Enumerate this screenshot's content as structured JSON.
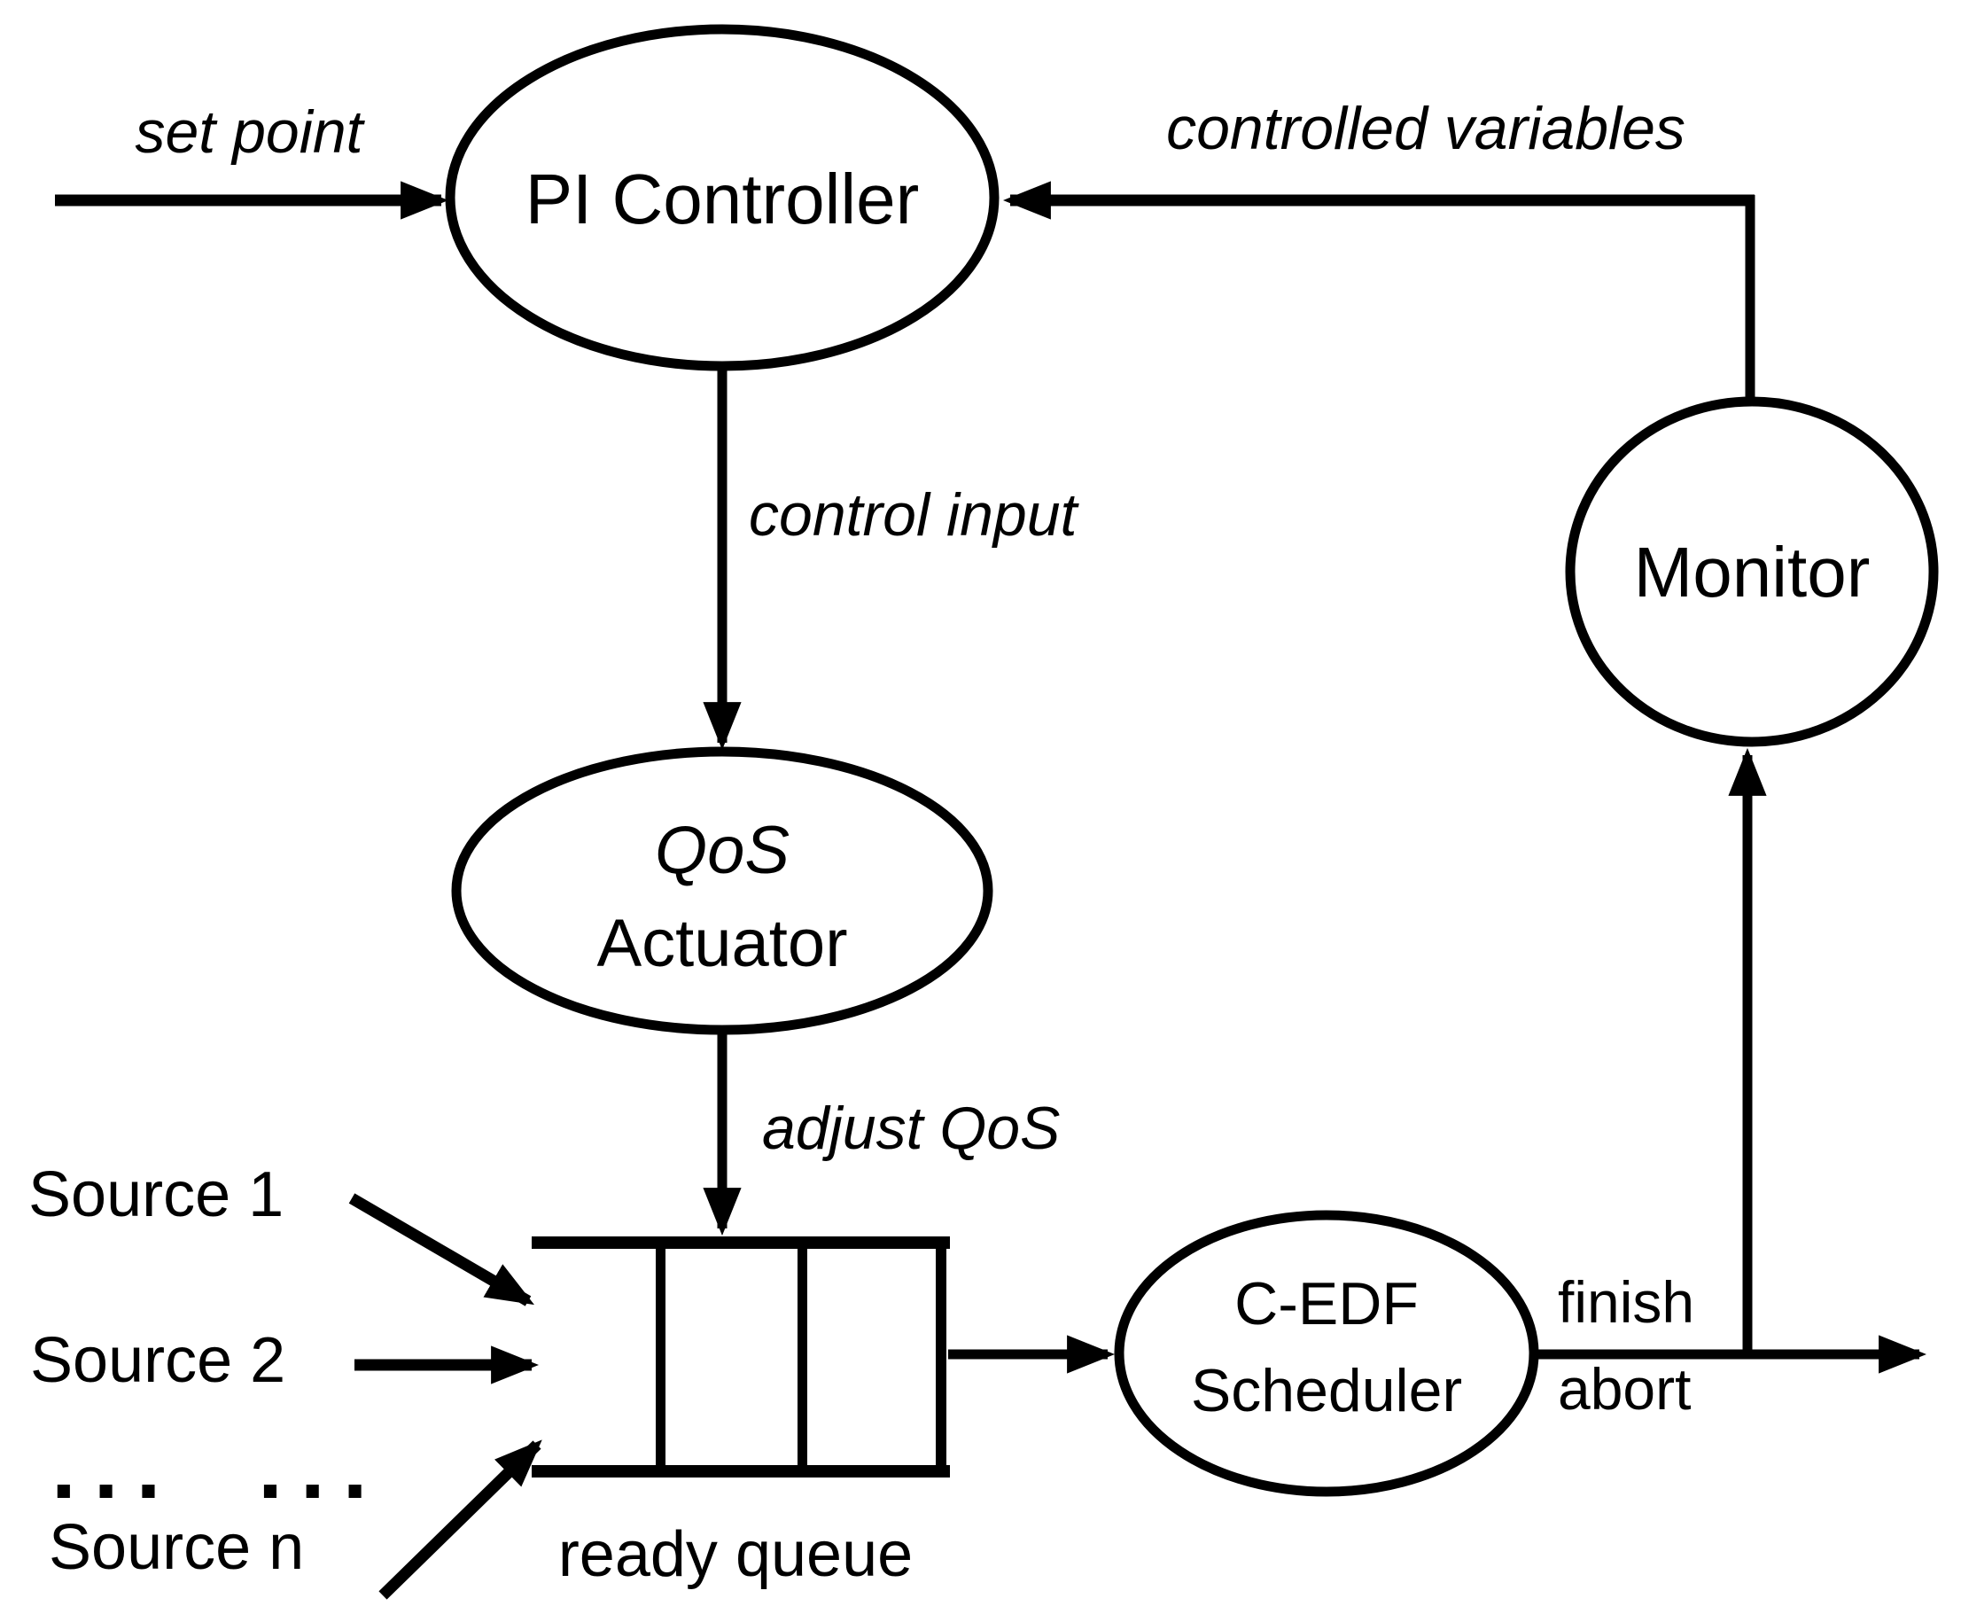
{
  "diagram": {
    "colors": {
      "ink": "#000000",
      "background": "#ffffff"
    },
    "nodes": {
      "pi_controller": {
        "label": "PI Controller"
      },
      "qos_actuator": {
        "line1": "QoS",
        "line2": "Actuator"
      },
      "monitor": {
        "label": "Monitor"
      },
      "cedf_scheduler": {
        "line1": "C-EDF",
        "line2": "Scheduler"
      },
      "ready_queue": {
        "label": "ready queue"
      }
    },
    "labels": {
      "set_point": "set point",
      "controlled_variables": "controlled variables",
      "control_input": "control input",
      "adjust_qos": "adjust QoS",
      "finish": "finish",
      "abort": "abort"
    },
    "sources": {
      "source_1": "Source 1",
      "source_2": "Source 2",
      "ellipsis": "... ...",
      "source_n": "Source n"
    }
  }
}
